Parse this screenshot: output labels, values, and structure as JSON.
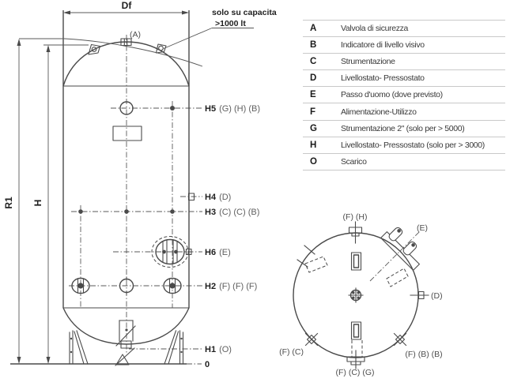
{
  "elevation": {
    "dims": {
      "df": "Df",
      "r1": "R1",
      "h": "H"
    },
    "note": {
      "line1": "solo su capacita",
      "line2": ">1000 lt"
    },
    "top_fitting_label": "(A)",
    "rows": [
      {
        "code": "H5",
        "refs": "(G) (H) (B)"
      },
      {
        "code": "H4",
        "refs": "(D)"
      },
      {
        "code": "H3",
        "refs": "(C) (C) (B)"
      },
      {
        "code": "H6",
        "refs": "(E)"
      },
      {
        "code": "H2",
        "refs": "(F) (F) (F)"
      },
      {
        "code": "H1",
        "refs": "(O)"
      },
      {
        "code": "0",
        "refs": ""
      }
    ]
  },
  "legend": {
    "rows": [
      {
        "code": "A",
        "desc": "Valvola di sicurezza"
      },
      {
        "code": "B",
        "desc": "Indicatore di livello visivo"
      },
      {
        "code": "C",
        "desc": "Strumentazione"
      },
      {
        "code": "D",
        "desc": "Livellostato- Pressostato"
      },
      {
        "code": "E",
        "desc": "Passo d'uomo (dove previsto)"
      },
      {
        "code": "F",
        "desc": "Alimentazione-Utilizzo"
      },
      {
        "code": "G",
        "desc": "Strumentazione 2\" (solo per > 5000)"
      },
      {
        "code": "H",
        "desc": "Livellostato- Pressostato (solo per > 3000)"
      },
      {
        "code": "O",
        "desc": "Scarico"
      }
    ]
  },
  "top_view": {
    "labels": {
      "top": "(F) (H)",
      "upper_right": "(E)",
      "right": "(D)",
      "lower_right": "(F) (B) (B)",
      "bottom": "(F) (C) (G)",
      "lower_left": "(F) (C)"
    }
  },
  "colors": {
    "line": "#4a4a4a",
    "text": "#1f1f1f",
    "muted_text": "#606060",
    "separator": "#c9c9c9",
    "background": "#ffffff"
  }
}
